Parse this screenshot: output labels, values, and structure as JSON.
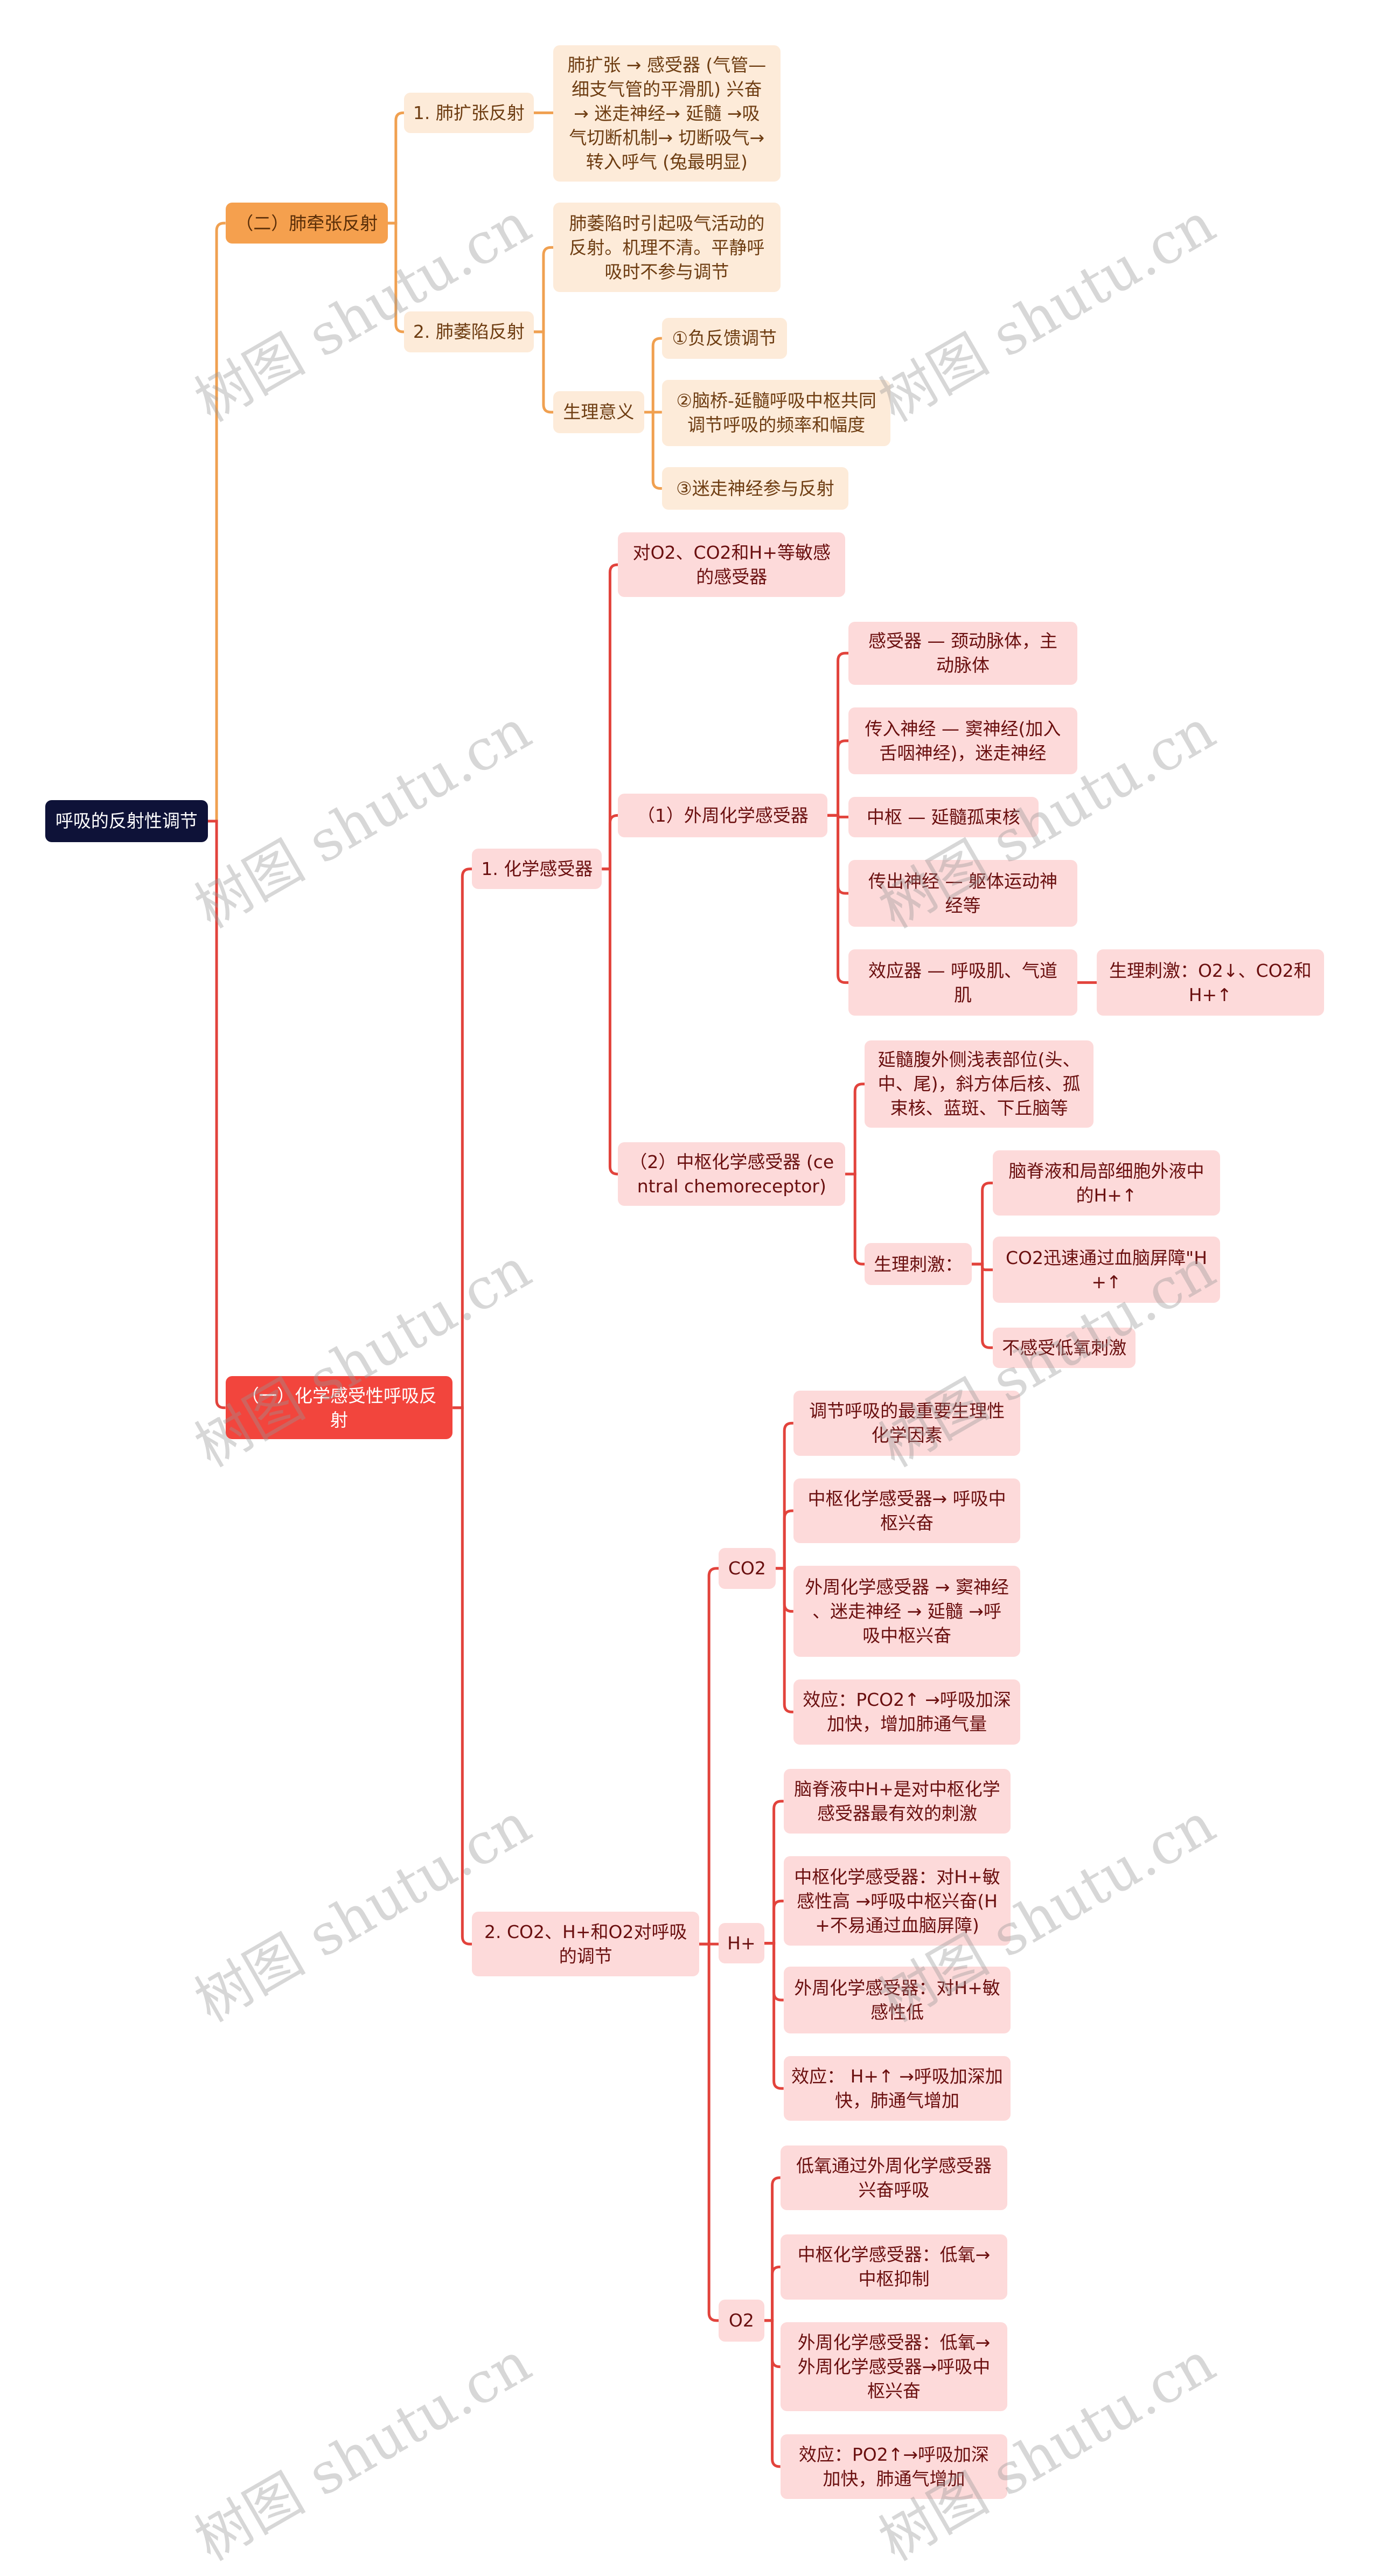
{
  "watermark": "树图 shutu.cn",
  "colors": {
    "orange_line": "#f0a050",
    "red_line": "#e2433c",
    "root": "#0e1238"
  },
  "nodes": {
    "root": "呼吸的反射性调节",
    "lung_stretch": "（二）肺牵张反射",
    "lung_inflation": "1. 肺扩张反射",
    "lung_inflation_desc": "肺扩张 → 感受器 (气管—\n细支气管的平滑肌) 兴奋\n→ 迷走神经→ 延髓 →吸\n气切断机制→ 切断吸气→\n转入呼气 (兔最明显)",
    "lung_deflation": "2. 肺萎陷反射",
    "lung_deflation_desc": "肺萎陷时引起吸气活动的\n反射。机理不清。平静呼\n吸时不参与调节",
    "significance": "生理意义",
    "sig_1": "①负反馈调节",
    "sig_2": "②脑桥-延髓呼吸中枢共同\n调节呼吸的频率和幅度",
    "sig_3": "③迷走神经参与反射",
    "chem_reflex": "（一）化学感受性呼吸反\n射",
    "chemoreceptor": "1. 化学感受器",
    "chemo_def": "对O2、CO2和H+等敏感\n的感受器",
    "peripheral": "（1）外周化学感受器",
    "p_receptor": "感受器 — 颈动脉体，主\n动脉体",
    "p_afferent": "传入神经 — 窦神经(加入\n舌咽神经)，迷走神经",
    "p_center": "中枢 — 延髓孤束核",
    "p_efferent": "传出神经 — 躯体运动神\n经等",
    "p_effector": "效应器 — 呼吸肌、气道\n肌",
    "p_stimulus": "生理刺激：O2↓、CO2和\nH+↑",
    "central": "（2）中枢化学感受器 (ce\nntral chemoreceptor)",
    "c_location": "延髓腹外侧浅表部位(头、\n中、尾)，斜方体后核、孤\n束核、蓝斑、下丘脑等",
    "c_stimulus": "生理刺激：",
    "c_stim_1": "脑脊液和局部细胞外液中\n的H+↑",
    "c_stim_2": "CO2迅速通过血脑屏障\"H\n+↑",
    "c_stim_3": "不感受低氧刺激",
    "regulation": "2. CO2、H+和O2对呼吸\n的调节",
    "co2": "CO2",
    "co2_1": "调节呼吸的最重要生理性\n化学因素",
    "co2_2": "中枢化学感受器→ 呼吸中\n枢兴奋",
    "co2_3": "外周化学感受器 → 窦神经\n、迷走神经 → 延髓 →呼\n吸中枢兴奋",
    "co2_4": "效应：PCO2↑ →呼吸加深\n加快，增加肺通气量",
    "h": "H+",
    "h_1": "脑脊液中H+是对中枢化学\n感受器最有效的刺激",
    "h_2": "中枢化学感受器：对H+敏\n感性高 →呼吸中枢兴奋(H\n+不易通过血脑屏障)",
    "h_3": "外周化学感受器：对H+敏\n感性低",
    "h_4": "效应： H+↑ →呼吸加深加\n快，肺通气增加",
    "o2": "O2",
    "o2_1": "低氧通过外周化学感受器\n兴奋呼吸",
    "o2_2": "中枢化学感受器：低氧→\n中枢抑制",
    "o2_3": "外周化学感受器：低氧→\n外周化学感受器→呼吸中\n枢兴奋",
    "o2_4": "效应：PO2↑→呼吸加深\n加快，肺通气增加"
  }
}
